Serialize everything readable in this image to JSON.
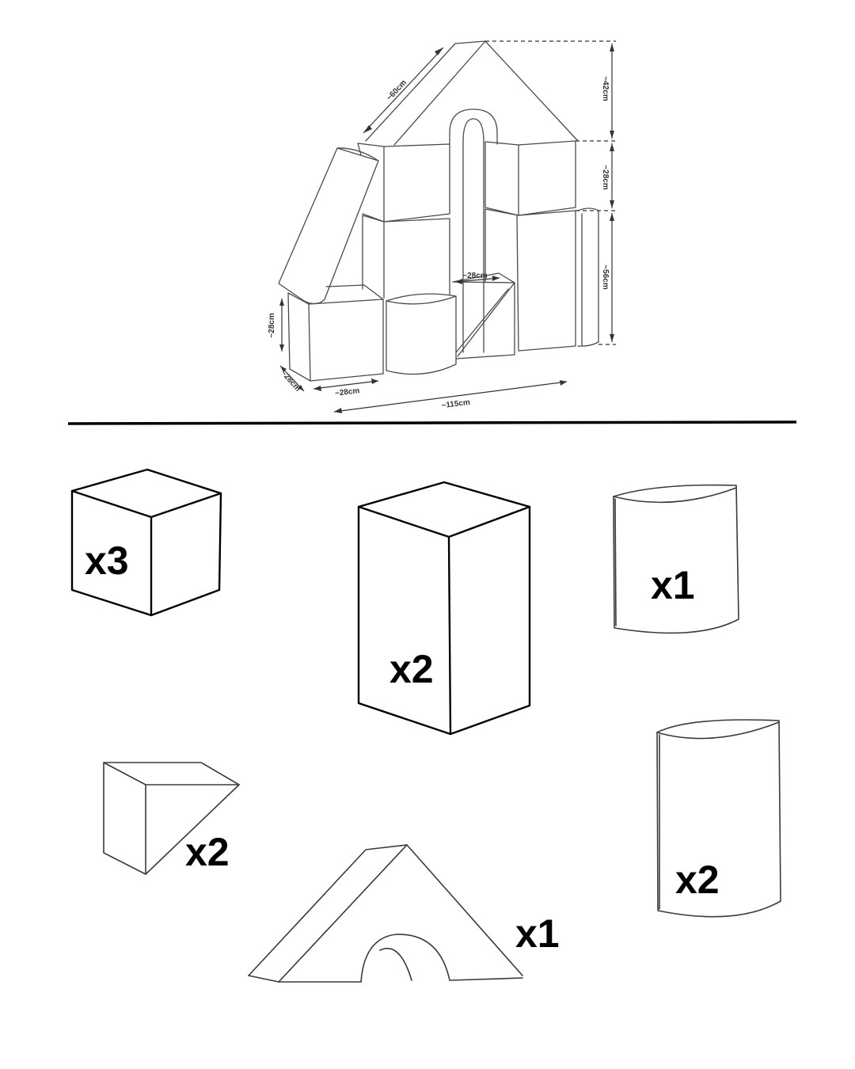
{
  "dimensions": {
    "roof_diagonal": "~60cm",
    "roof_height": "~42cm",
    "middle_height": "~28cm",
    "lower_height": "~56cm",
    "wedge_top": "~28cm",
    "cube_height": "~28cm",
    "cube_depth": "~28cm",
    "cube_width": "~28cm",
    "total_width": "~115cm"
  },
  "pieces": [
    {
      "shape": "cube",
      "quantity": "x3"
    },
    {
      "shape": "tall-block",
      "quantity": "x2"
    },
    {
      "shape": "half-cylinder-short",
      "quantity": "x1"
    },
    {
      "shape": "triangular-wedge",
      "quantity": "x2"
    },
    {
      "shape": "arch-roof",
      "quantity": "x1"
    },
    {
      "shape": "half-cylinder-tall",
      "quantity": "x2"
    }
  ],
  "colors": {
    "lines": "#000000",
    "assembly_lines": "#4a4a4a"
  }
}
